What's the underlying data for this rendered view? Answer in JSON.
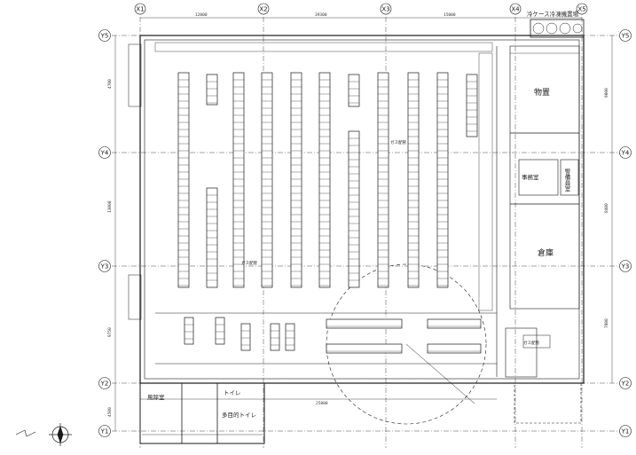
{
  "grid": {
    "columns": [
      "X1",
      "X2",
      "X3",
      "X4",
      "X5"
    ],
    "rows": [
      "Y1",
      "Y2",
      "Y3",
      "Y4",
      "Y5"
    ]
  },
  "rooms": {
    "cold_case": "冷ケース冷凍機置場",
    "storage": "物置",
    "office": "事務室",
    "security_guard": "警備員室",
    "warehouse": "倉庫",
    "wind_room": "風除室",
    "toilet": "トイレ",
    "multi_toilet": "多目的トイレ"
  },
  "dimensions": {
    "top": [
      "12000",
      "39300",
      "15000"
    ],
    "bottom": [
      "25800"
    ],
    "left": [
      "4700",
      "13000",
      "9750",
      "4500"
    ],
    "right": [
      "9000",
      "8400",
      "7800"
    ]
  },
  "notes": [
    "ガス配管",
    "ガス配管",
    "ガス配管"
  ],
  "colors": {
    "line": "#1a1a1a",
    "paper": "#ffffff"
  }
}
